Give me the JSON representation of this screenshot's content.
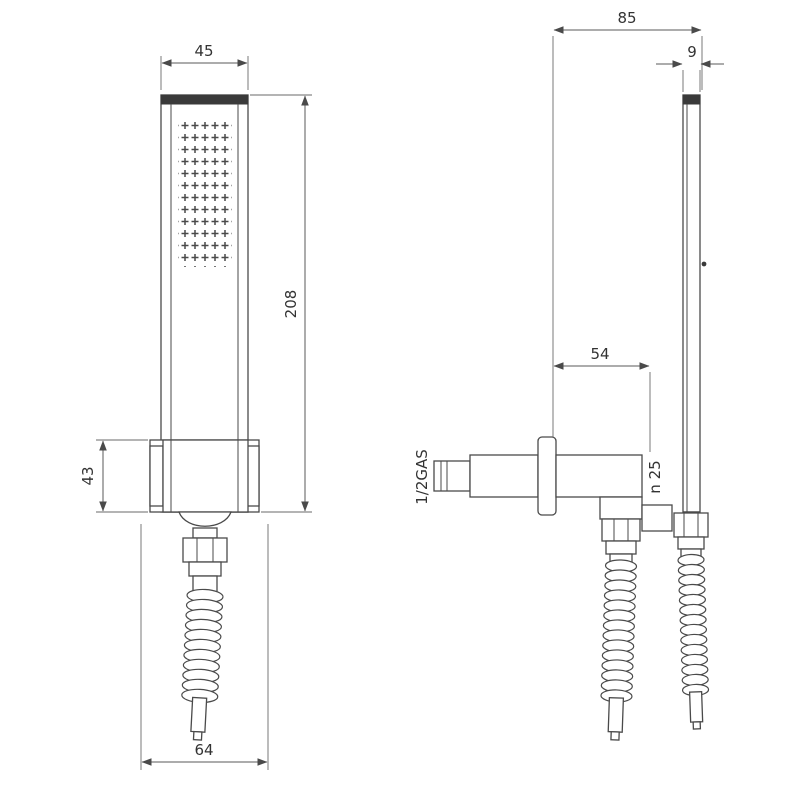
{
  "front_view": {
    "width_label": "45",
    "length_label": "208",
    "bracket_label": "43",
    "hose_label": "64"
  },
  "side_view": {
    "depth_label": "85",
    "thickness_label": "9",
    "offset_label": "54",
    "thread_label": "1/2GAS",
    "diameter_label": "n 25"
  }
}
